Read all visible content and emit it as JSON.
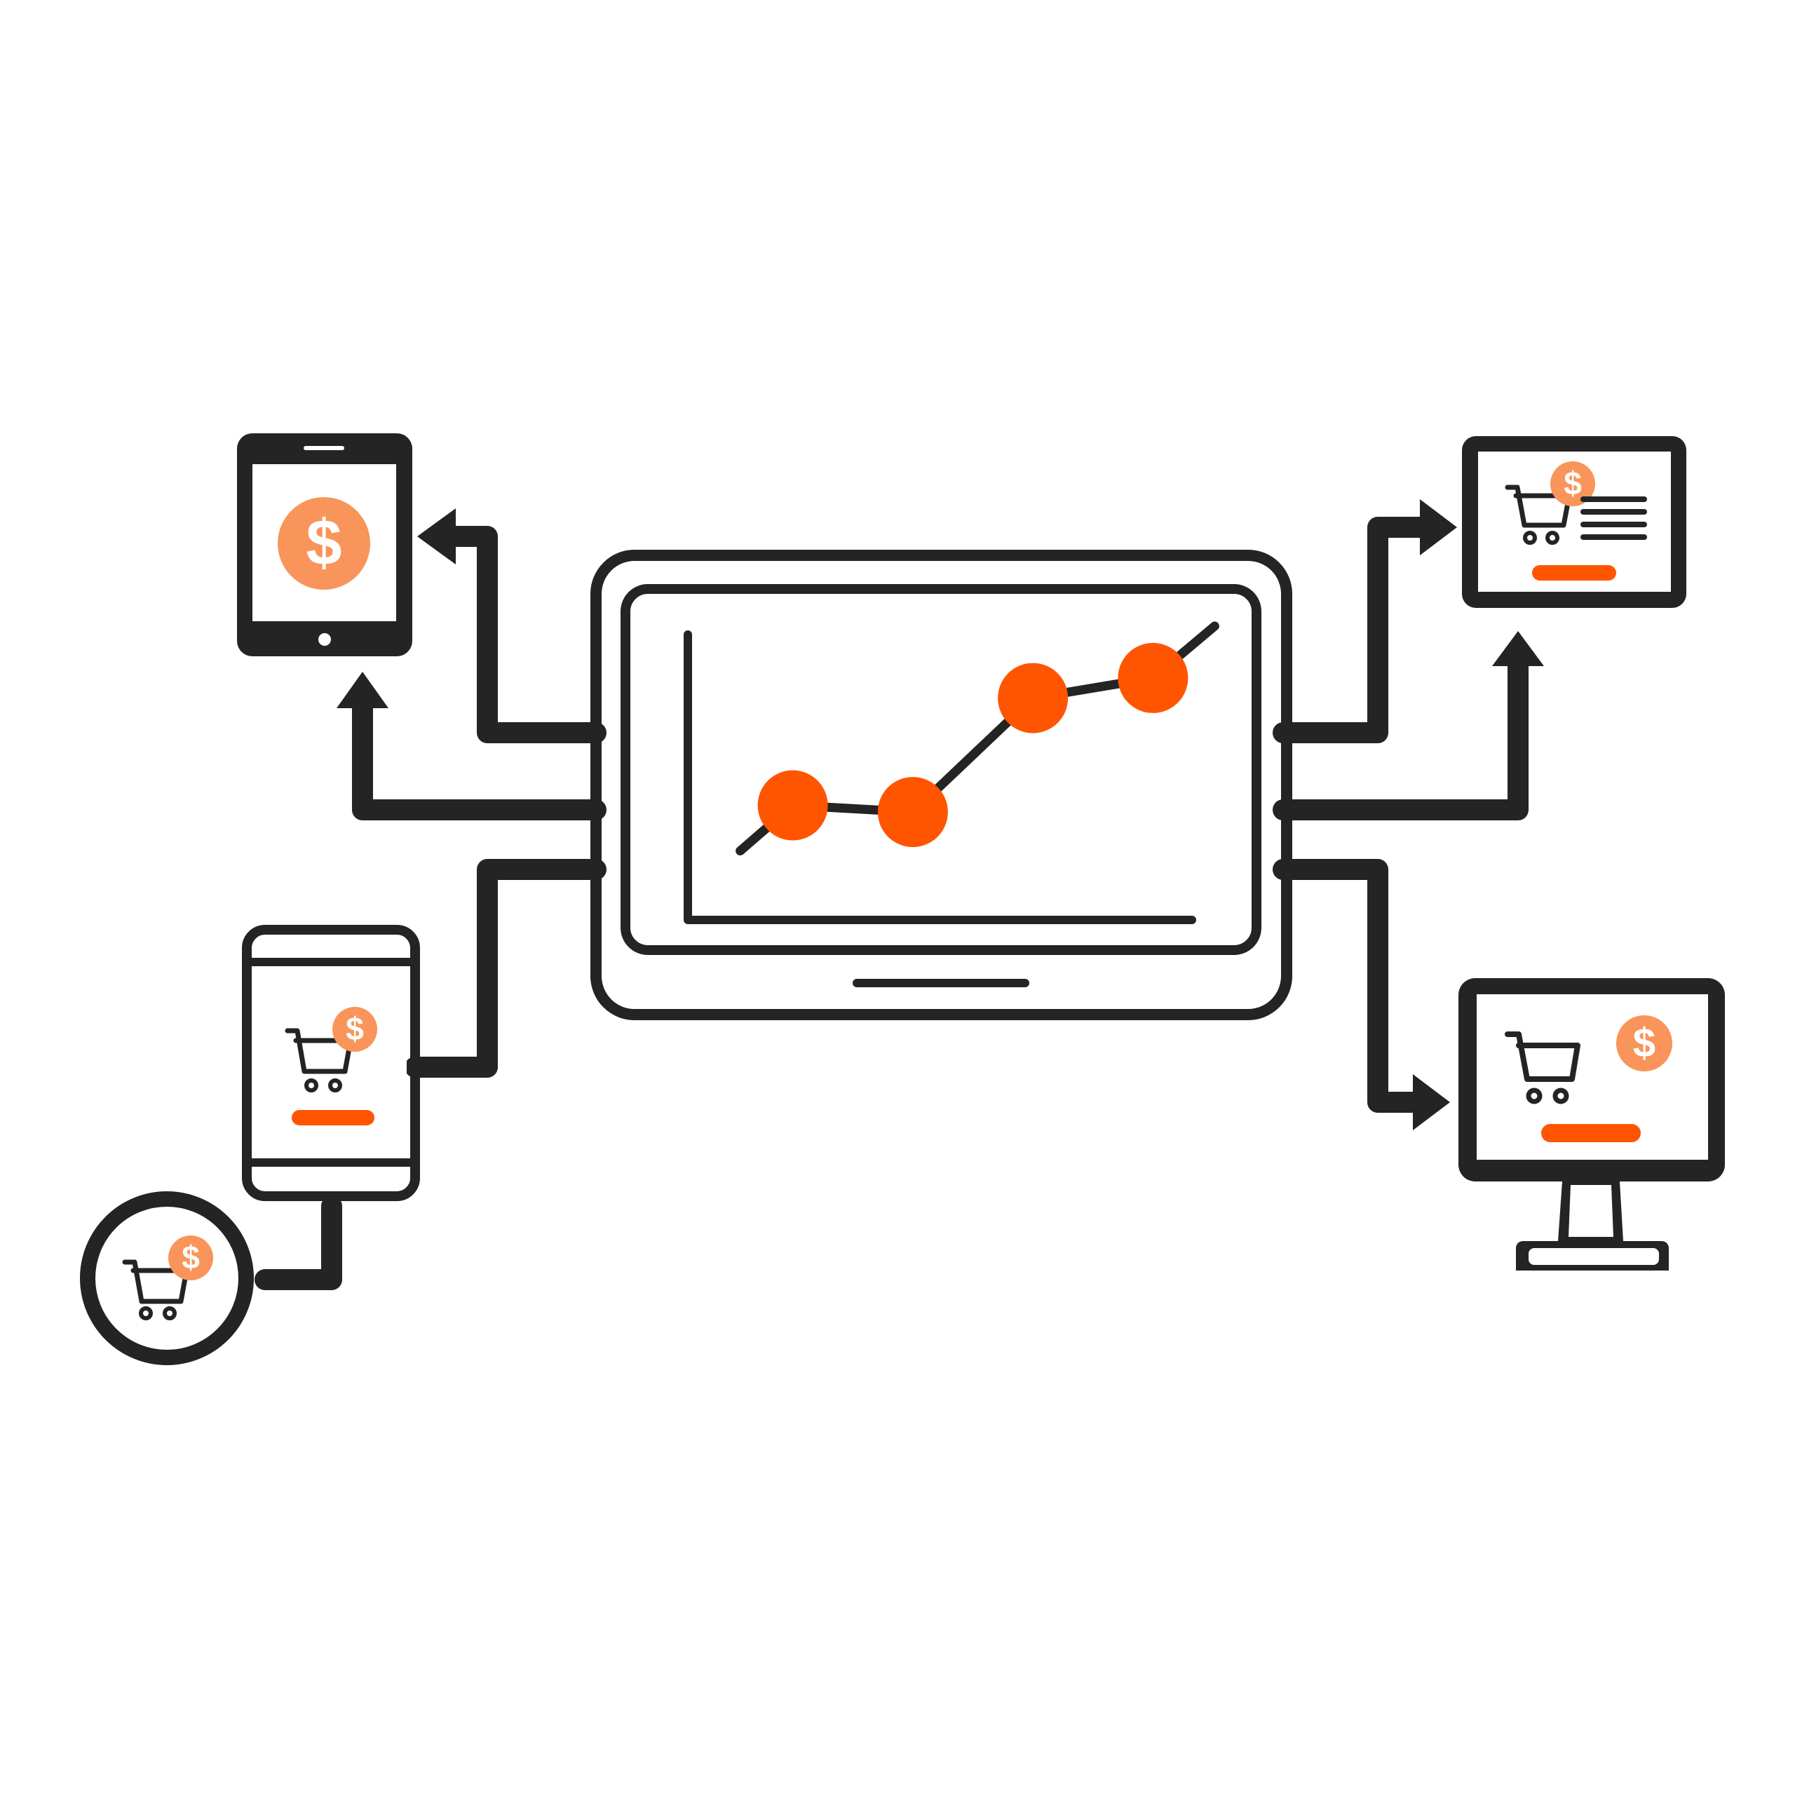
{
  "colors": {
    "ink": "#242424",
    "accent": "#ff5500",
    "accent_soft": "#f9955a",
    "background": "#ffffff"
  },
  "central_dashboard": {
    "icon": "laptop-screen-icon",
    "chart_icon": "line-chart-icon",
    "points": [
      {
        "x": 1,
        "y": 1.2
      },
      {
        "x": 2,
        "y": 1.1
      },
      {
        "x": 3,
        "y": 2.8
      },
      {
        "x": 4,
        "y": 3.1
      }
    ]
  },
  "devices": [
    {
      "id": "tablet-top-left",
      "icon": "tablet-icon",
      "content_icon": "dollar-coin-icon"
    },
    {
      "id": "phone-left",
      "icon": "smartphone-icon",
      "content_icon": "shopping-cart-icon"
    },
    {
      "id": "badge-bottom-left",
      "icon": "circle-badge-icon",
      "content_icon": "shopping-cart-icon"
    },
    {
      "id": "tablet-top-right",
      "icon": "landscape-tablet-icon",
      "content_icon": "shopping-cart-icon"
    },
    {
      "id": "monitor-right",
      "icon": "desktop-monitor-icon",
      "content_icon": "shopping-cart-icon"
    }
  ],
  "connectors": {
    "icon": "arrow-icon",
    "count": 6
  }
}
